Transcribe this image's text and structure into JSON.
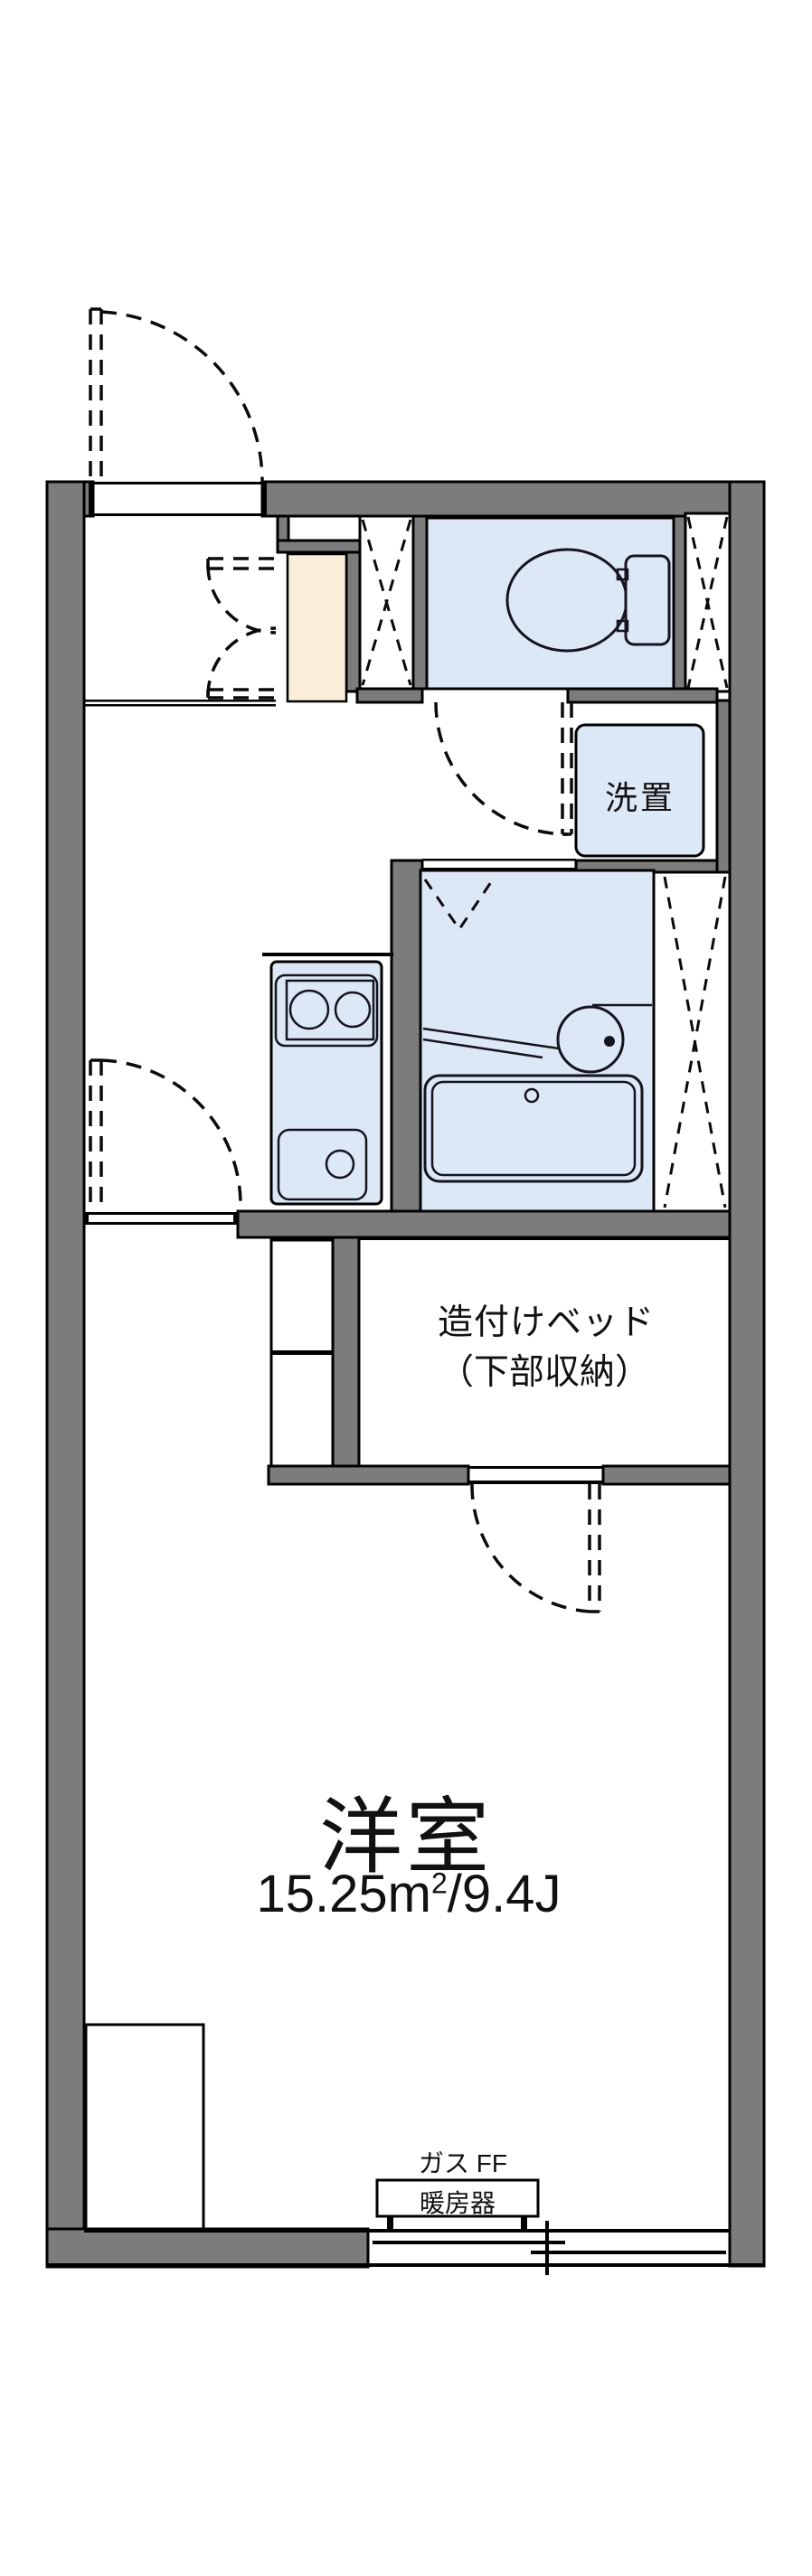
{
  "plan": {
    "labels": {
      "laundry": "洗置",
      "bed_line1": "造付けベッド",
      "bed_line2": "（下部収納）",
      "main_room_name": "洋室",
      "main_room_area_value": "15.25m",
      "main_room_area_sup": "2",
      "main_room_area_rest": "/9.4J",
      "heater_line1": "ガス FF",
      "heater_line2": "暖房器"
    },
    "colors": {
      "wall": "#7c7c7c",
      "fixture_fill": "#dde8f7",
      "cream": "#fbeed9",
      "line": "#000000"
    }
  }
}
